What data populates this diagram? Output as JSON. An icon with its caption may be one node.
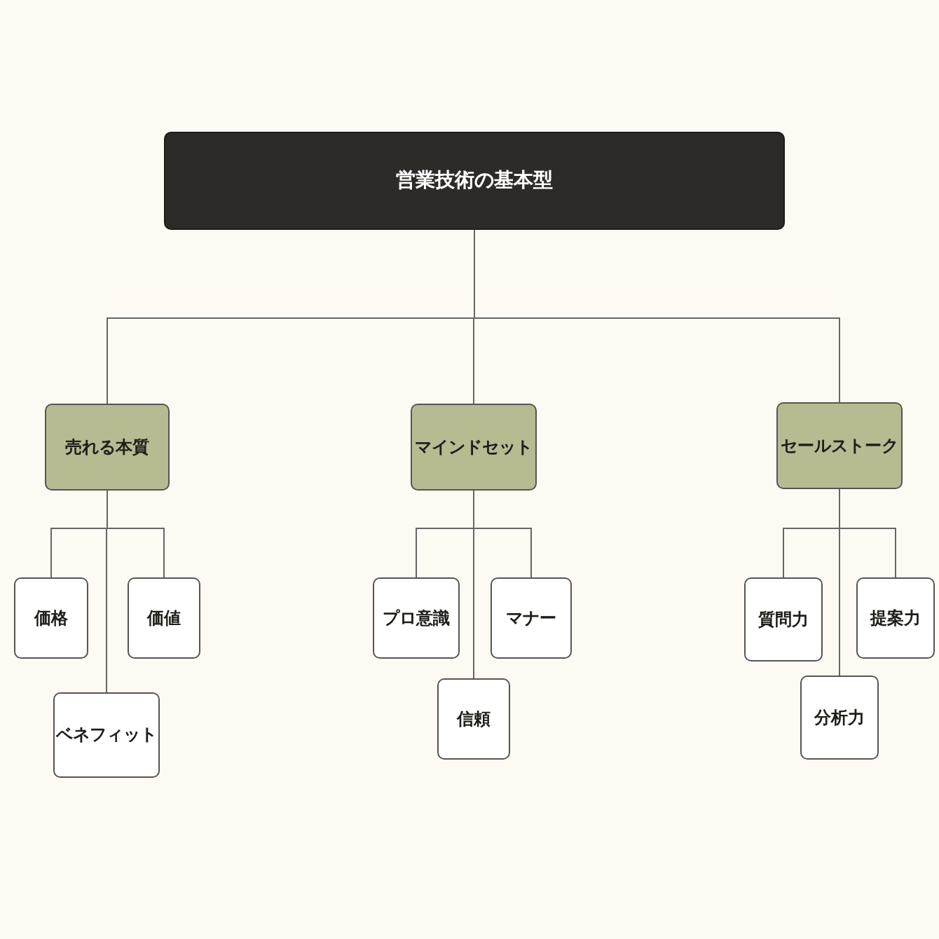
{
  "diagram": {
    "nodes": [
      {
        "text": [
          "営業技術の基本型"
        ]
      },
      {
        "text": [
          "売れる本質"
        ]
      },
      {
        "text": [
          "価格"
        ]
      },
      {
        "text": [
          "価値"
        ]
      },
      {
        "text": [
          "ベネフィット"
        ]
      },
      {
        "text": [
          "マインドセット"
        ]
      },
      {
        "text": [
          "プロ意識"
        ]
      },
      {
        "text": [
          "マナー"
        ]
      },
      {
        "text": [
          "信頼"
        ]
      },
      {
        "text": [
          "セールストーク"
        ]
      },
      {
        "text": [
          "質問力"
        ]
      },
      {
        "text": [
          "提案力"
        ]
      },
      {
        "text": [
          "分析力"
        ]
      }
    ],
    "edges": [
      {
        "from": 0,
        "to": 1,
        "arrow": "none"
      },
      {
        "from": 0,
        "to": 5,
        "arrow": "none"
      },
      {
        "from": 0,
        "to": 9,
        "arrow": "none"
      },
      {
        "from": 1,
        "to": 2,
        "arrow": "none"
      },
      {
        "from": 1,
        "to": 3,
        "arrow": "none"
      },
      {
        "from": 1,
        "to": 4,
        "arrow": "none"
      },
      {
        "from": 5,
        "to": 6,
        "arrow": "none"
      },
      {
        "from": 5,
        "to": 7,
        "arrow": "none"
      },
      {
        "from": 5,
        "to": 8,
        "arrow": "none"
      },
      {
        "from": 9,
        "to": 10,
        "arrow": "none"
      },
      {
        "from": 9,
        "to": 11,
        "arrow": "none"
      },
      {
        "from": 9,
        "to": 12,
        "arrow": "none"
      }
    ]
  }
}
